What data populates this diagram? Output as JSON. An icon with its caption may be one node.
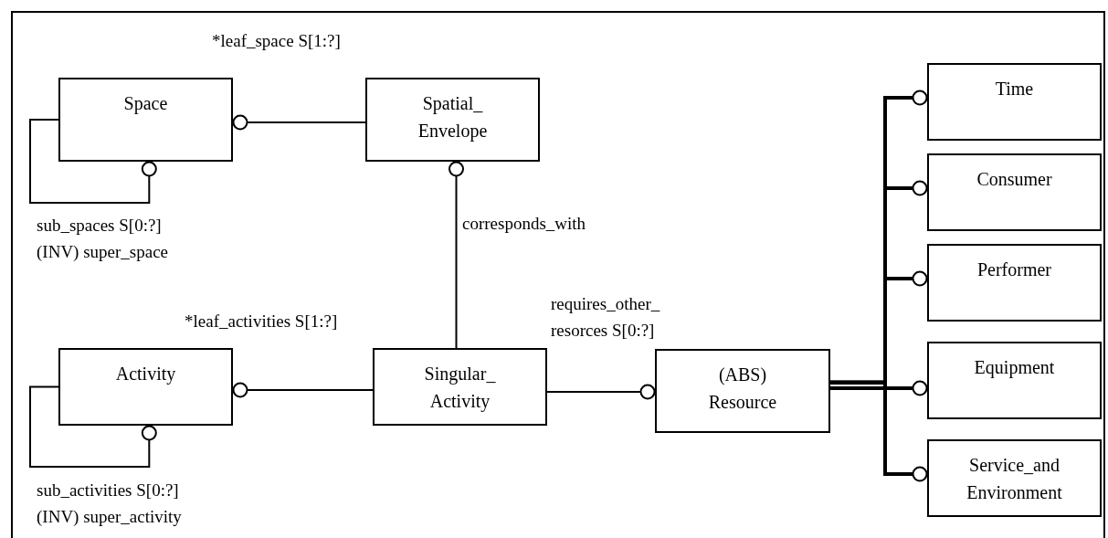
{
  "diagram": {
    "nodes": [
      {
        "text": [
          "Space"
        ]
      },
      {
        "text": [
          "Spatial_ Envelope"
        ]
      },
      {
        "text": [
          "Activity"
        ]
      },
      {
        "text": [
          "Singular_ Activity"
        ]
      },
      {
        "text": [
          "(ABS) Resource"
        ]
      },
      {
        "text": [
          "Time"
        ]
      },
      {
        "text": [
          "Consumer"
        ]
      },
      {
        "text": [
          "Performer"
        ]
      },
      {
        "text": [
          "Equipment"
        ]
      },
      {
        "text": [
          "Service_and Environment"
        ]
      }
    ],
    "edges": [
      {
        "from": 0,
        "to": 0,
        "arrow": "other",
        "label": "sub_spaces S[0:?] (INV) super_space"
      },
      {
        "from": 1,
        "to": 0,
        "arrow": "other",
        "label": "*leaf_space S[1:?]"
      },
      {
        "from": 3,
        "to": 1,
        "arrow": "other",
        "label": "corresponds_with"
      },
      {
        "from": 2,
        "to": 2,
        "arrow": "other",
        "label": "sub_activities S[0:?] (INV) super_activity"
      },
      {
        "from": 3,
        "to": 2,
        "arrow": "other",
        "label": "*leaf_activities S[1:?]"
      },
      {
        "from": 3,
        "to": 4,
        "arrow": "other",
        "label": "requires_other_ resorces S[0:?]"
      },
      {
        "from": 4,
        "to": 5,
        "arrow": "other",
        "style": "thick"
      },
      {
        "from": 4,
        "to": 6,
        "arrow": "other",
        "style": "thick"
      },
      {
        "from": 4,
        "to": 7,
        "arrow": "other",
        "style": "thick"
      },
      {
        "from": 4,
        "to": 8,
        "arrow": "other",
        "style": "thick"
      },
      {
        "from": 4,
        "to": 9,
        "arrow": "other",
        "style": "thick"
      }
    ]
  }
}
